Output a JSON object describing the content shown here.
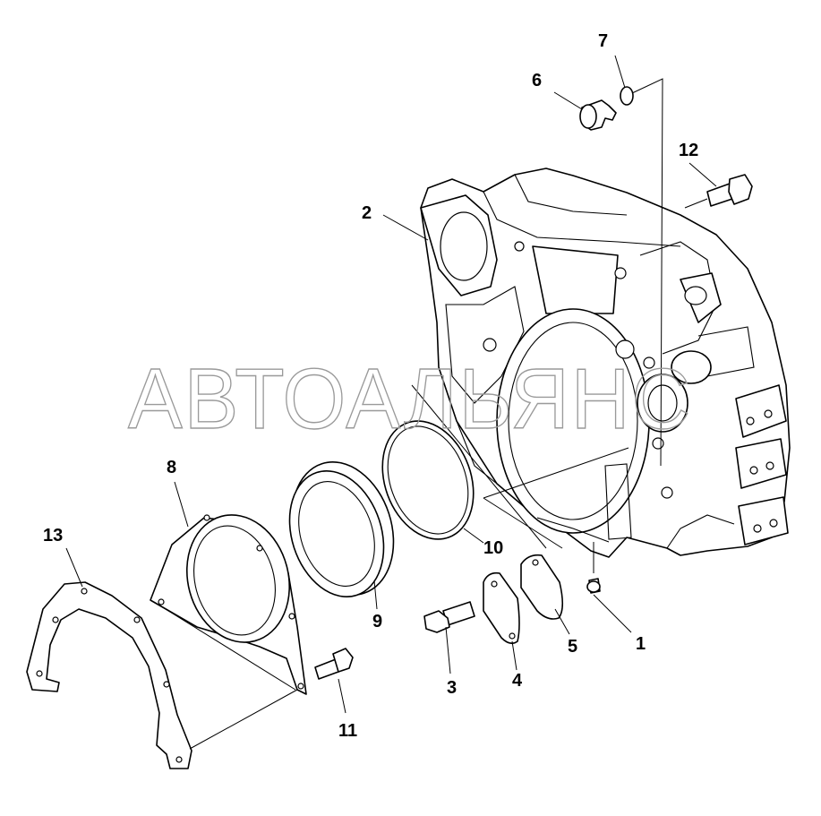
{
  "watermark": "АВТОАЛЬЯНС",
  "callouts": {
    "c1": "1",
    "c2": "2",
    "c3": "3",
    "c4": "4",
    "c5": "5",
    "c6": "6",
    "c7": "7",
    "c8": "8",
    "c9": "9",
    "c10": "10",
    "c11": "11",
    "c12": "12",
    "c13": "13"
  },
  "colors": {
    "line": "#000000",
    "background": "#ffffff",
    "watermark": "#9a9a9a"
  }
}
